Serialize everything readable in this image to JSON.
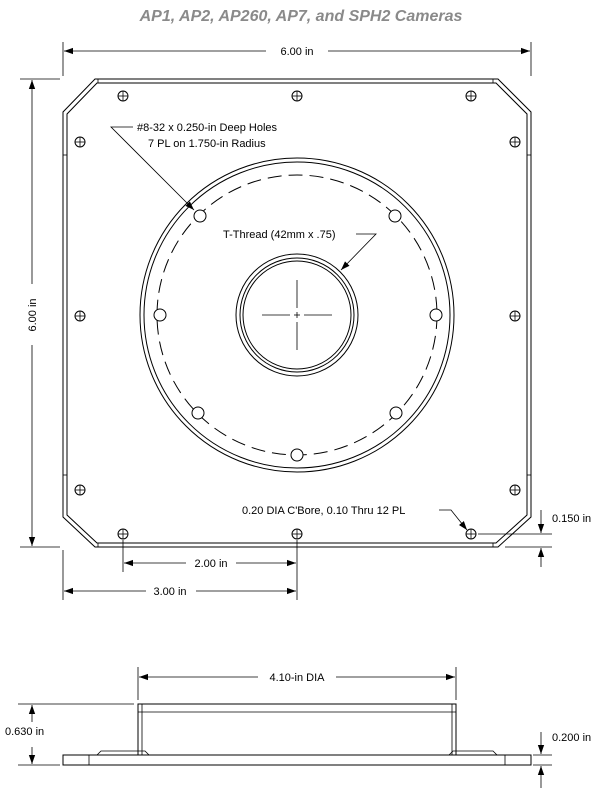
{
  "title": "AP1, AP2, AP260, AP7, and SPH2 Cameras",
  "dimensions": {
    "top_width": "6.00 in",
    "left_height": "6.00 in",
    "hole_spacing": "2.00 in",
    "center_offset": "3.00 in",
    "corner_offset": "0.150 in",
    "body_diameter": "4.10-in DIA",
    "total_height": "0.630 in",
    "flange_height": "0.200 in"
  },
  "callouts": {
    "deep_holes_line1": "#8-32 x 0.250-in Deep Holes",
    "deep_holes_line2": "7 PL on 1.750-in Radius",
    "t_thread": "T-Thread (42mm x .75)",
    "cbore": "0.20 DIA C'Bore, 0.10 Thru 12 PL"
  }
}
